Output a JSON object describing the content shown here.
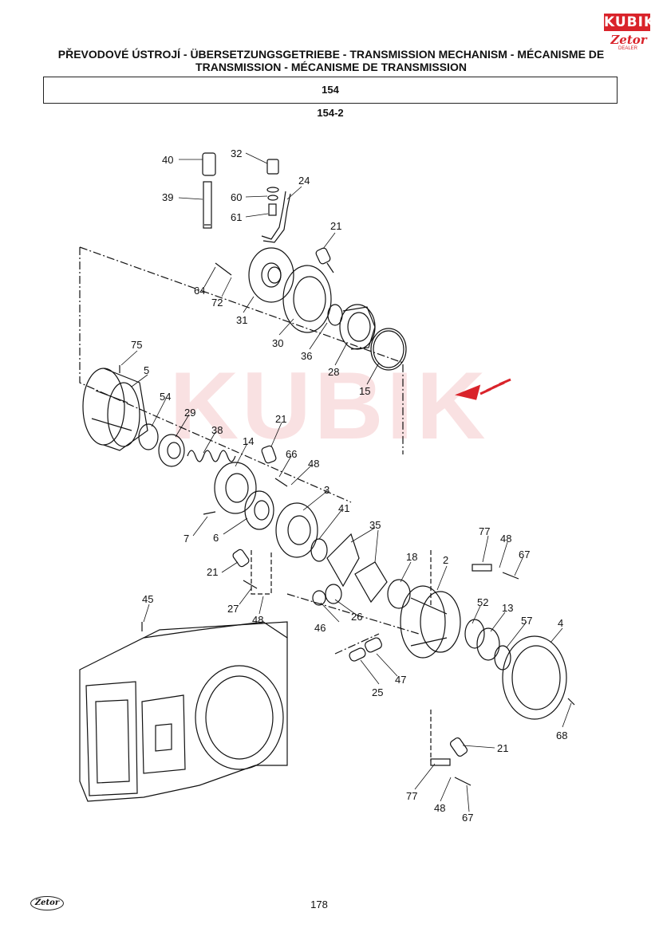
{
  "header": {
    "title": "PŘEVODOVÉ ÚSTROJÍ - ÜBERSETZUNGSGETRIEBE - TRANSMISSION MECHANISM - MÉCANISME DE TRANSMISSION - MÉCANISME DE TRANSMISSION",
    "section_code": "154",
    "sub_code": "154-2"
  },
  "brand": {
    "name": "KUBIK",
    "sub": "Zetor",
    "tag": "DEALER"
  },
  "watermark": {
    "text": "KUBIK"
  },
  "parts": {
    "p40": "40",
    "p39": "39",
    "p32": "32",
    "p60": "60",
    "p61": "61",
    "p24": "24",
    "p21a": "21",
    "p64": "64",
    "p72": "72",
    "p31": "31",
    "p30": "30",
    "p36": "36",
    "p28": "28",
    "p15": "15",
    "p75": "75",
    "p5": "5",
    "p54": "54",
    "p29": "29",
    "p38": "38",
    "p14": "14",
    "p21b": "21",
    "p66": "66",
    "p48a": "48",
    "p3": "3",
    "p41": "41",
    "p7": "7",
    "p6": "6",
    "p35": "35",
    "p77a": "77",
    "p48b": "48",
    "p67a": "67",
    "p21c": "21",
    "p18": "18",
    "p2": "2",
    "p27": "27",
    "p48c": "48",
    "p52": "52",
    "p13": "13",
    "p45": "45",
    "p26": "26",
    "p46": "46",
    "p57": "57",
    "p4": "4",
    "p25": "25",
    "p47": "47",
    "p68": "68",
    "p21d": "21",
    "p77b": "77",
    "p48d": "48",
    "p67b": "67"
  },
  "footer": {
    "logo": "Zetor",
    "page_number": "178"
  },
  "colors": {
    "brand_red": "#d9232a",
    "ink": "#111111"
  }
}
